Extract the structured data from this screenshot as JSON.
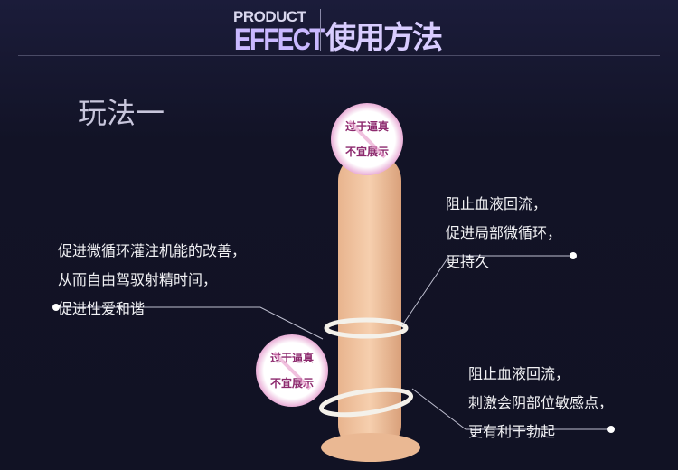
{
  "header": {
    "product": "PRODUCT",
    "effect": "EFFECT",
    "title": "使用方法"
  },
  "section_title": "玩法一",
  "callouts": {
    "left": [
      "促进微循环灌注机能的改善，",
      "从而自由驾驭射精时间，",
      "促进性爱和谐"
    ],
    "right_top": [
      "阻止血液回流，",
      "促进局部微循环，",
      "更持久"
    ],
    "right_bottom": [
      "阻止血液回流，",
      "刺激会阴部位敏感点，",
      "更有利于勃起"
    ]
  },
  "stickers": [
    {
      "line1": "过于逼真",
      "line2": "不宜展示"
    },
    {
      "line1": "过于逼真",
      "line2": "不宜展示"
    }
  ],
  "colors": {
    "background": "#13142a",
    "accent": "#c9b8ff",
    "sticker": "#d98ac4"
  }
}
